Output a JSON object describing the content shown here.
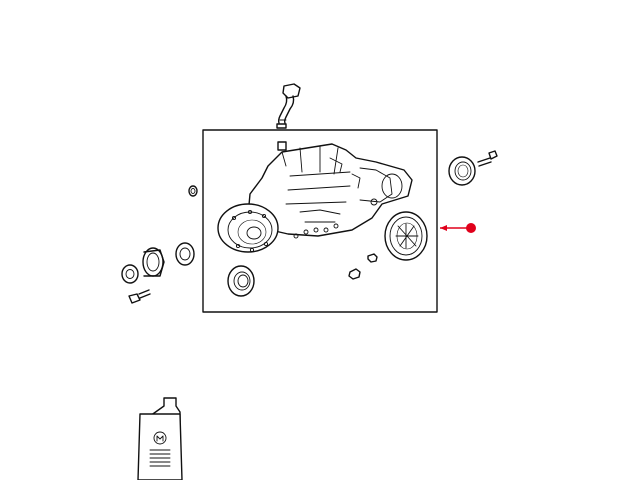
{
  "diagram": {
    "parts": [
      {
        "name": "vent-hose-fitting"
      },
      {
        "name": "differential-assembly"
      },
      {
        "name": "pinion-flange"
      },
      {
        "name": "axle-shaft-seal"
      },
      {
        "name": "output-flange"
      },
      {
        "name": "bushing"
      },
      {
        "name": "bolt"
      },
      {
        "name": "washer"
      },
      {
        "name": "nut"
      },
      {
        "name": "lubricant-bottle"
      }
    ],
    "callout": {
      "color": "#e0001b"
    },
    "colors": {
      "line": "#111111",
      "background": "#ffffff"
    }
  }
}
